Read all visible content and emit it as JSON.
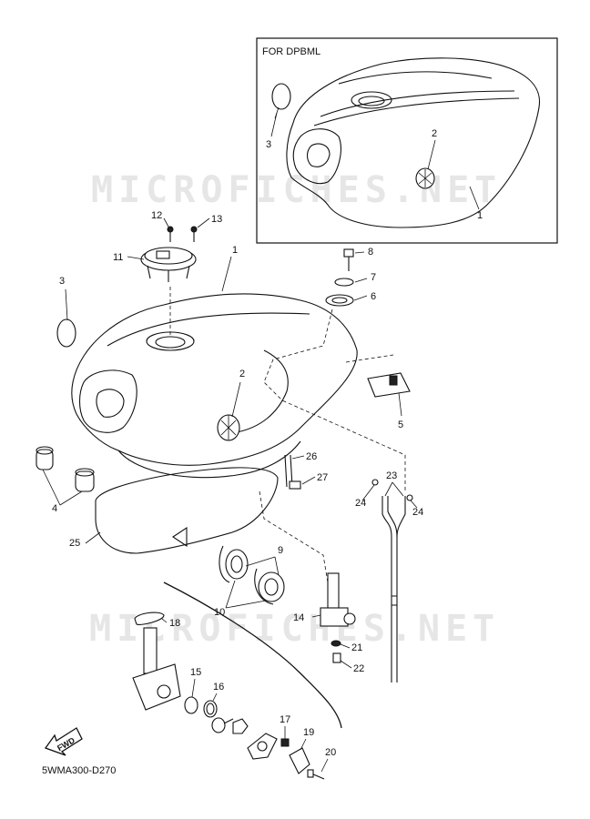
{
  "watermark": "MICROFICHES.NET",
  "inset": {
    "title": "FOR DPBML",
    "callouts": [
      "3",
      "2",
      "1"
    ]
  },
  "callouts": {
    "c1": "1",
    "c2": "2",
    "c3": "3",
    "c4": "4",
    "c5": "5",
    "c6": "6",
    "c7": "7",
    "c8": "8",
    "c9": "9",
    "c10": "10",
    "c11": "11",
    "c12": "12",
    "c13": "13",
    "c14": "14",
    "c15": "15",
    "c16": "16",
    "c17": "17",
    "c18": "18",
    "c19": "19",
    "c20": "20",
    "c21": "21",
    "c22": "22",
    "c23": "23",
    "c24a": "24",
    "c24b": "24",
    "c25": "25",
    "c26": "26",
    "c27": "27"
  },
  "fwd_label": "FWD",
  "diagram_code": "5WMA300-D270"
}
